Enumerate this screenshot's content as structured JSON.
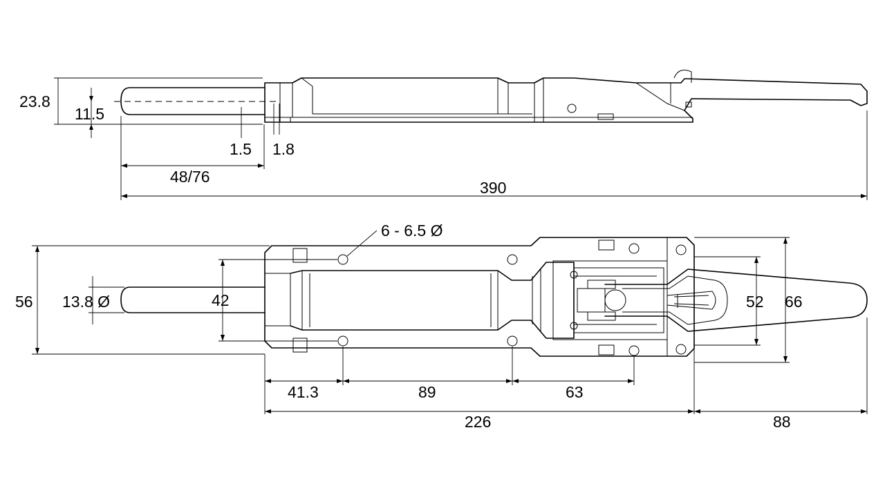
{
  "labels": {
    "side_height": "23.8",
    "side_pin_center": "11.5",
    "side_gap_a": "1.5",
    "side_gap_b": "1.8",
    "side_stroke": "48/76",
    "total_length": "390",
    "hole_note": "6 - 6.5 Ø",
    "top_height": "56",
    "pin_diameter": "13.8 Ø",
    "hole_spacing_v": "42",
    "handle_width": "52",
    "plate_height": "66",
    "hole_offset": "41.3",
    "hole_pitch_a": "89",
    "hole_pitch_b": "63",
    "base_length": "226",
    "handle_length": "88"
  }
}
